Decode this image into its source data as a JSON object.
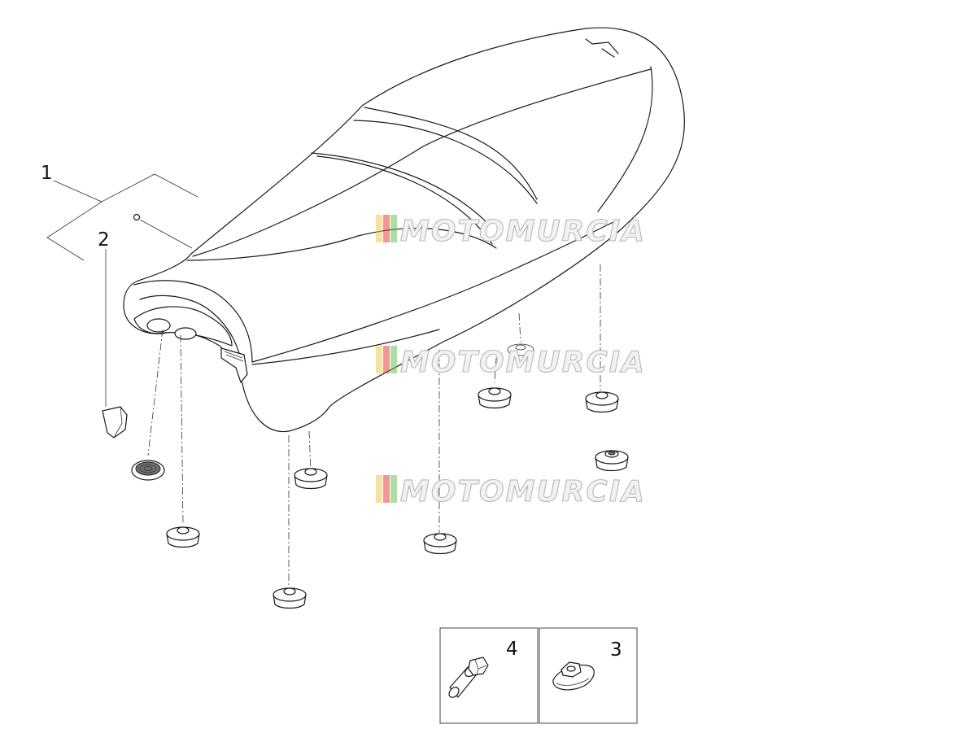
{
  "callouts": {
    "item_1": "1",
    "item_2": "2",
    "item_3": "3",
    "item_4": "4"
  },
  "watermarks": [
    {
      "text": "MOTOMURCIA"
    },
    {
      "text": "MOTOMURCIA"
    },
    {
      "text": "MOTOMURCIA"
    }
  ],
  "colors": {
    "watermark_red": "#e0413c",
    "watermark_yellow": "#f2c94c",
    "watermark_green": "#6bbf59",
    "line": "#1a1a1a"
  }
}
